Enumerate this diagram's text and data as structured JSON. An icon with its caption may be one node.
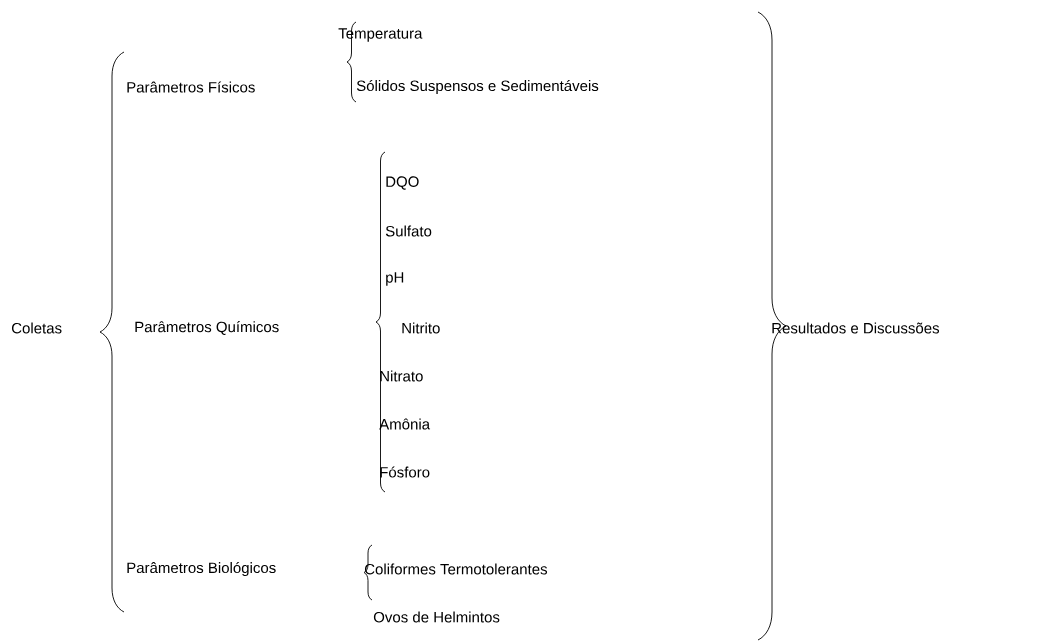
{
  "diagram": {
    "labels": [
      "Temperatura",
      "Parâmetros Físicos",
      "Sólidos Suspensos e Sedimentáveis",
      "DQO",
      "Sulfato",
      "pH",
      "Coletas",
      "Parâmetros Químicos",
      "Nitrito",
      "Resultados e Discussões",
      "Nitrato",
      "Amônia",
      "Fósforo",
      "Parâmetros Biológicos",
      "Coliformes Termotolerantes",
      "Ovos de Helmintos"
    ]
  }
}
